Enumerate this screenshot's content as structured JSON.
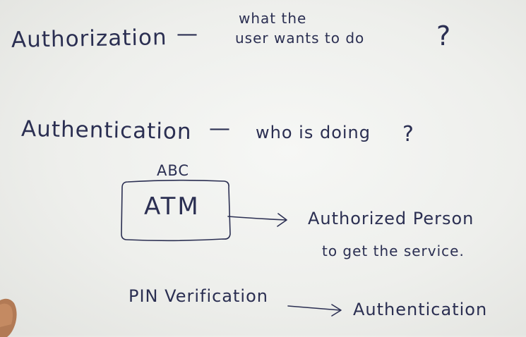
{
  "board": {
    "authorization": {
      "term": "Authorization",
      "dash": "—",
      "definition_line1": "what the",
      "definition_line2": "user wants to do",
      "question_mark": "?"
    },
    "authentication": {
      "term": "Authentication",
      "dash": "—",
      "definition": "who is doing",
      "question_mark": "?"
    },
    "example": {
      "bank_label": "ABC",
      "machine_label": "ATM",
      "result_line1": "Authorized Person",
      "result_line2": "to get the service."
    },
    "pin": {
      "label": "PIN Verification",
      "result": "Authentication"
    }
  },
  "colors": {
    "board_background": "#eeefec",
    "marker_ink": "#2b2f52"
  }
}
